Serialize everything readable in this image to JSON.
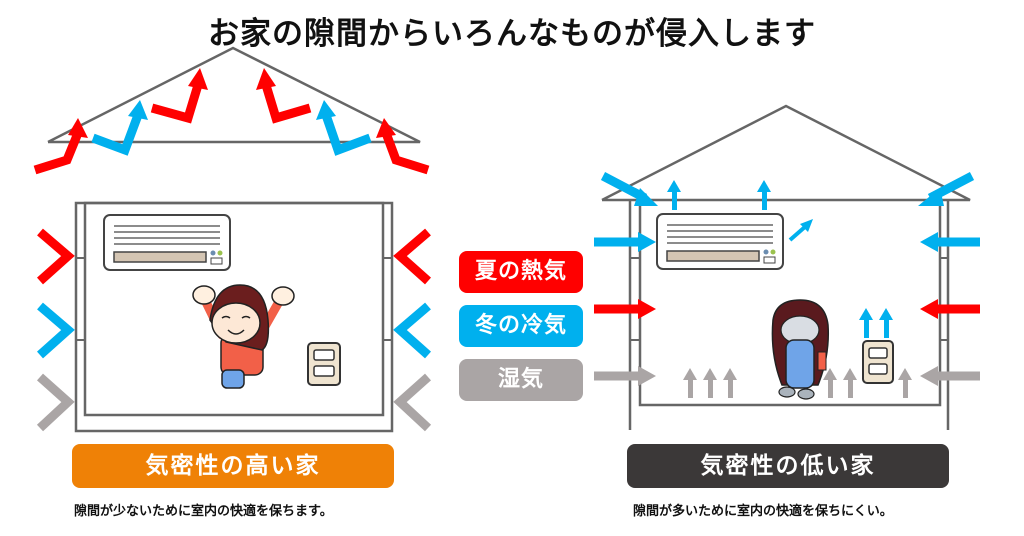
{
  "title": "お家の隙間からいろんなものが侵入します",
  "colors": {
    "heat": "#ff0000",
    "cold": "#00b0ee",
    "humidity": "#aaa5a5",
    "high_airtight": "#ef8106",
    "low_airtight": "#3b3838",
    "house_line": "#666666"
  },
  "legend": [
    {
      "label": "夏の熱気",
      "type": "heat"
    },
    {
      "label": "冬の冷気",
      "type": "cold"
    },
    {
      "label": "湿気",
      "type": "humidity"
    }
  ],
  "left_house": {
    "label": "気密性の高い家",
    "caption": "隙間が少ないために室内の快適を保ちます。"
  },
  "right_house": {
    "label": "気密性の低い家",
    "caption": "隙間が多いために室内の快適を保ちにくい。"
  }
}
